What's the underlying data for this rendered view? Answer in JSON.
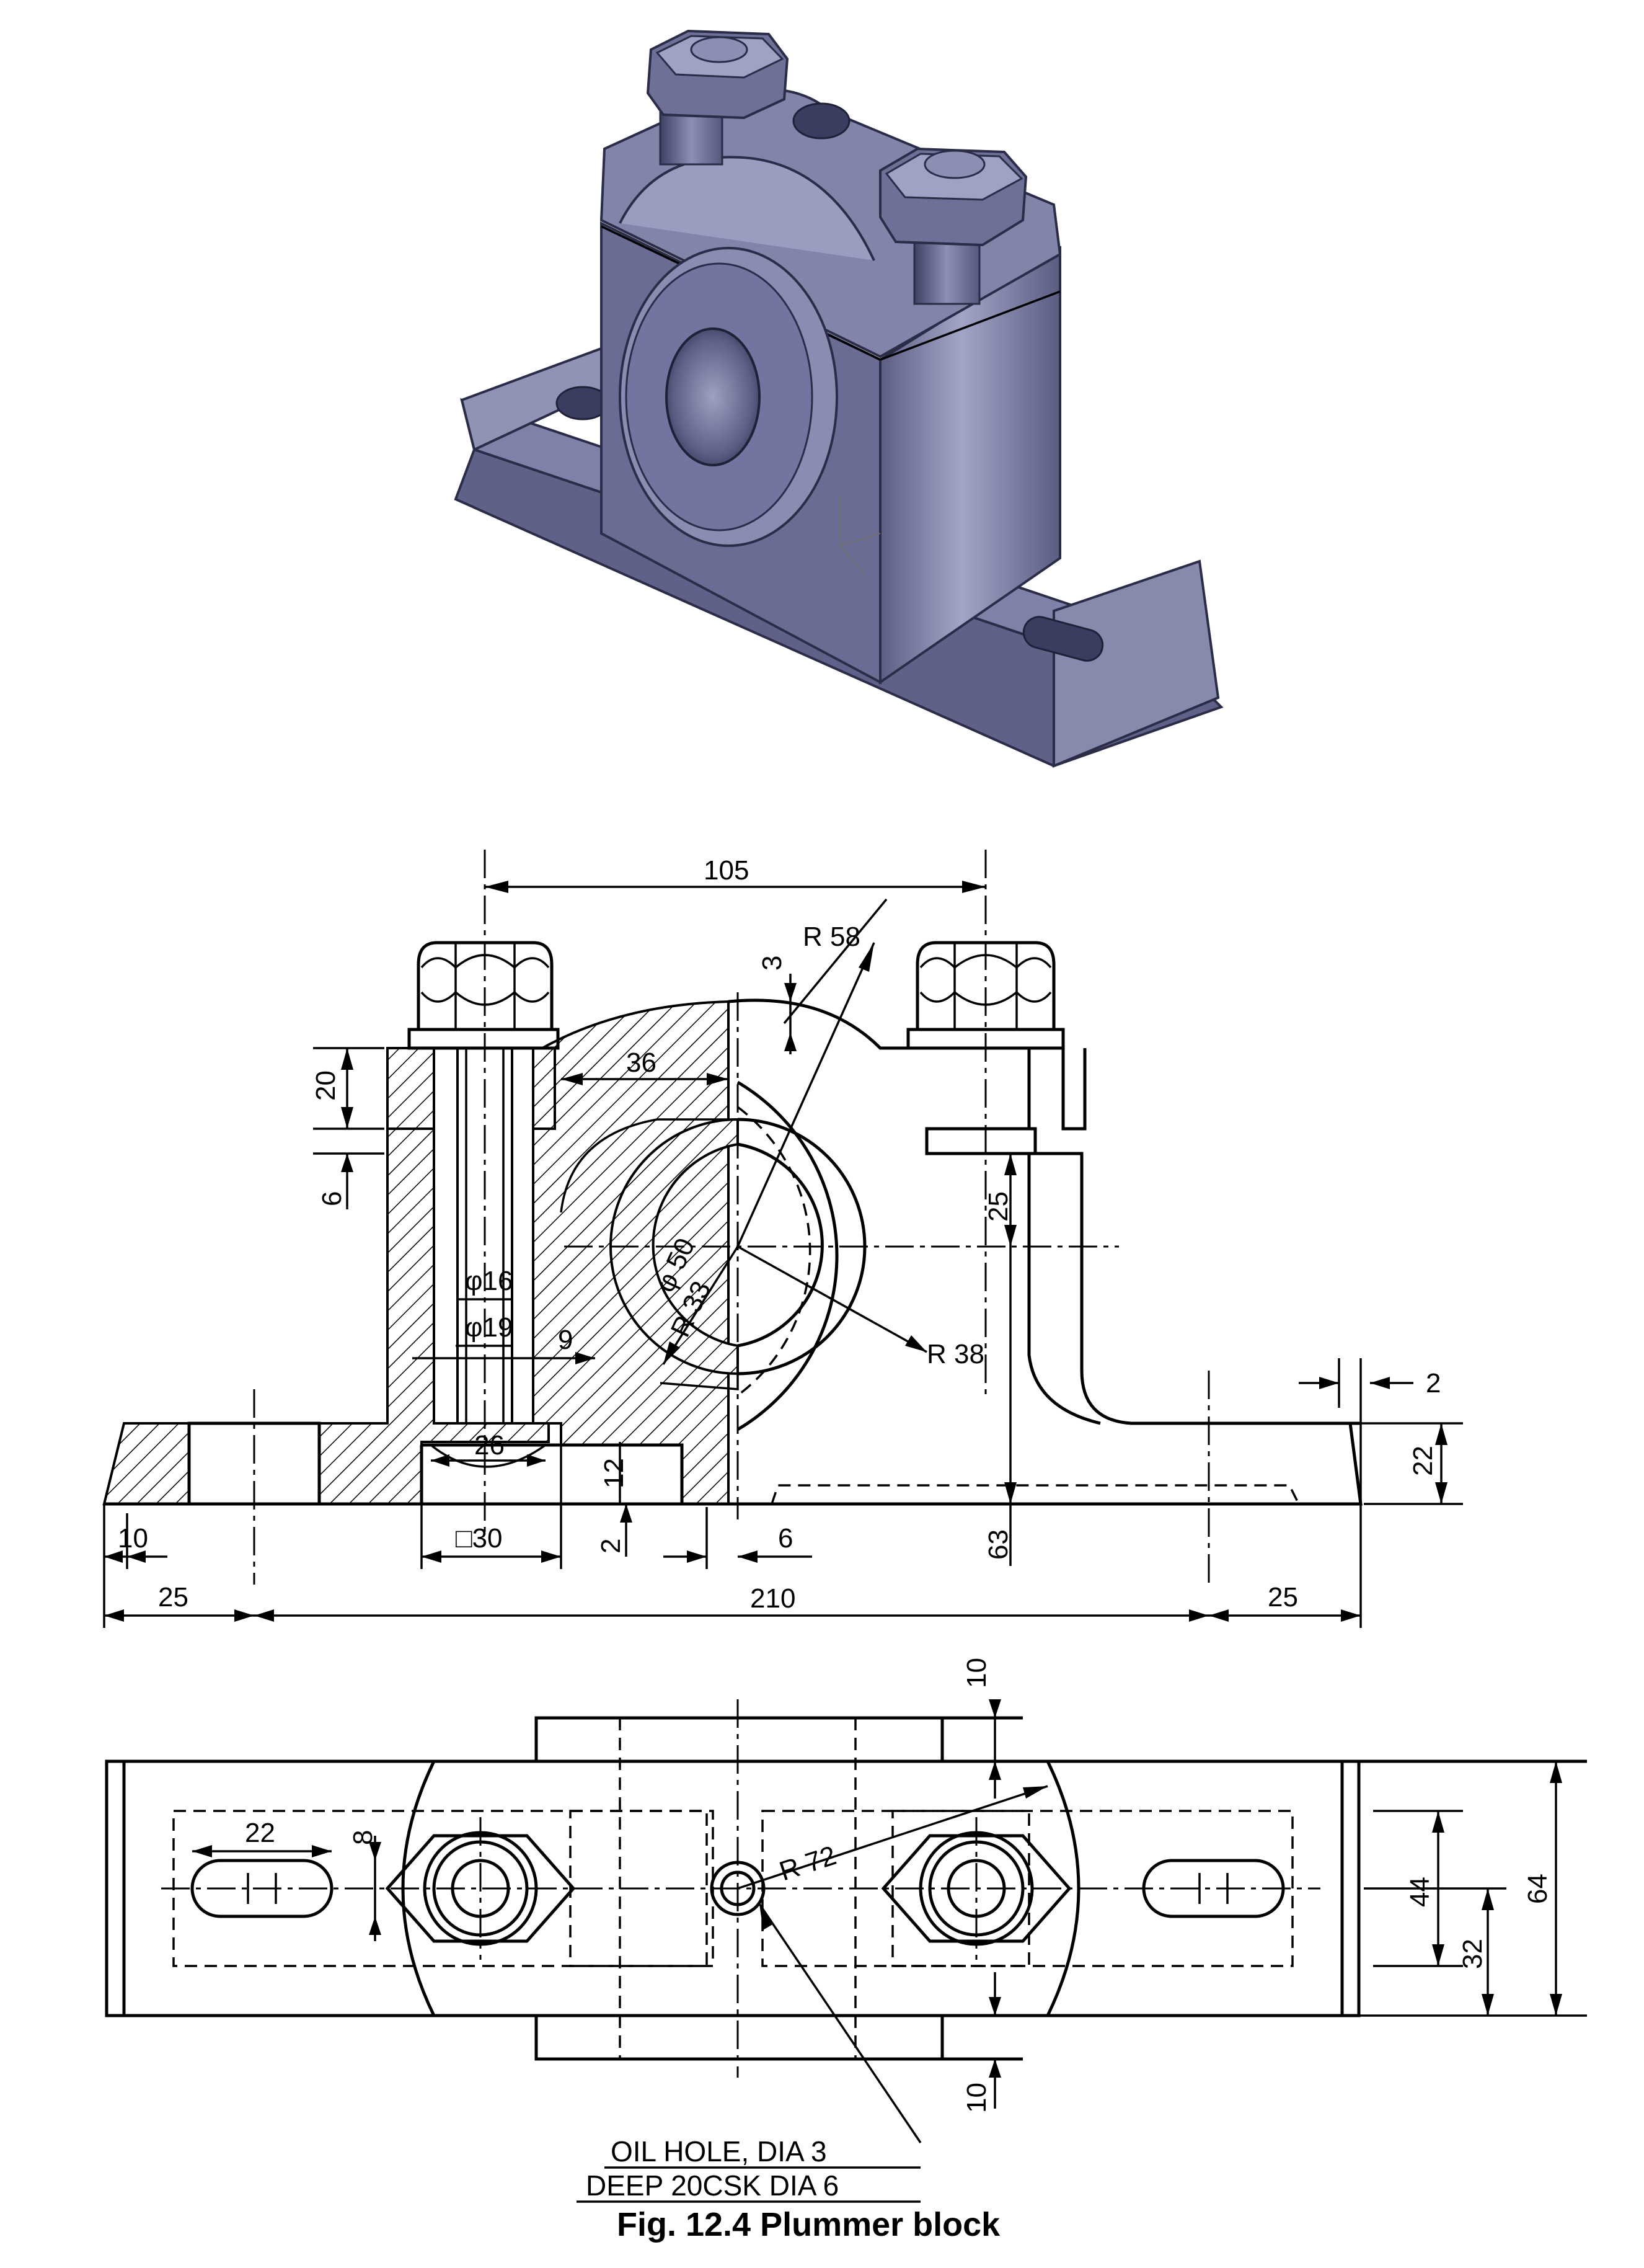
{
  "caption": "Fig. 12.4  Plummer block",
  "notes": {
    "oil_hole_line1": "OIL HOLE, DIA 3",
    "oil_hole_line2": "DEEP 20CSK DIA 6"
  },
  "dimensions": {
    "d105": "105",
    "r58": "R 58",
    "d3": "3",
    "d20": "20",
    "d36": "36",
    "d6a": "6",
    "d25v": "25",
    "phi50": "φ 50",
    "r33": "R 33",
    "phi16": "φ16",
    "phi19": "φ19",
    "d9": "9",
    "r38": "R 38",
    "d2a": "2",
    "d22v": "22",
    "d26": "26",
    "d12": "12",
    "sq30": "□30",
    "d2b": "2",
    "d6b": "6",
    "d63": "63",
    "d10": "10",
    "d25a": "25",
    "d210": "210",
    "d25b": "25",
    "d10top": "10",
    "d22h": "22",
    "d8": "8",
    "r72": "R 72",
    "d44": "44",
    "d32": "32",
    "d64": "64",
    "d10bot": "10"
  },
  "colors": {
    "body": "#6d6f96",
    "body_light": "#9a9cc0",
    "body_dark": "#45476a",
    "line": "#000000"
  }
}
